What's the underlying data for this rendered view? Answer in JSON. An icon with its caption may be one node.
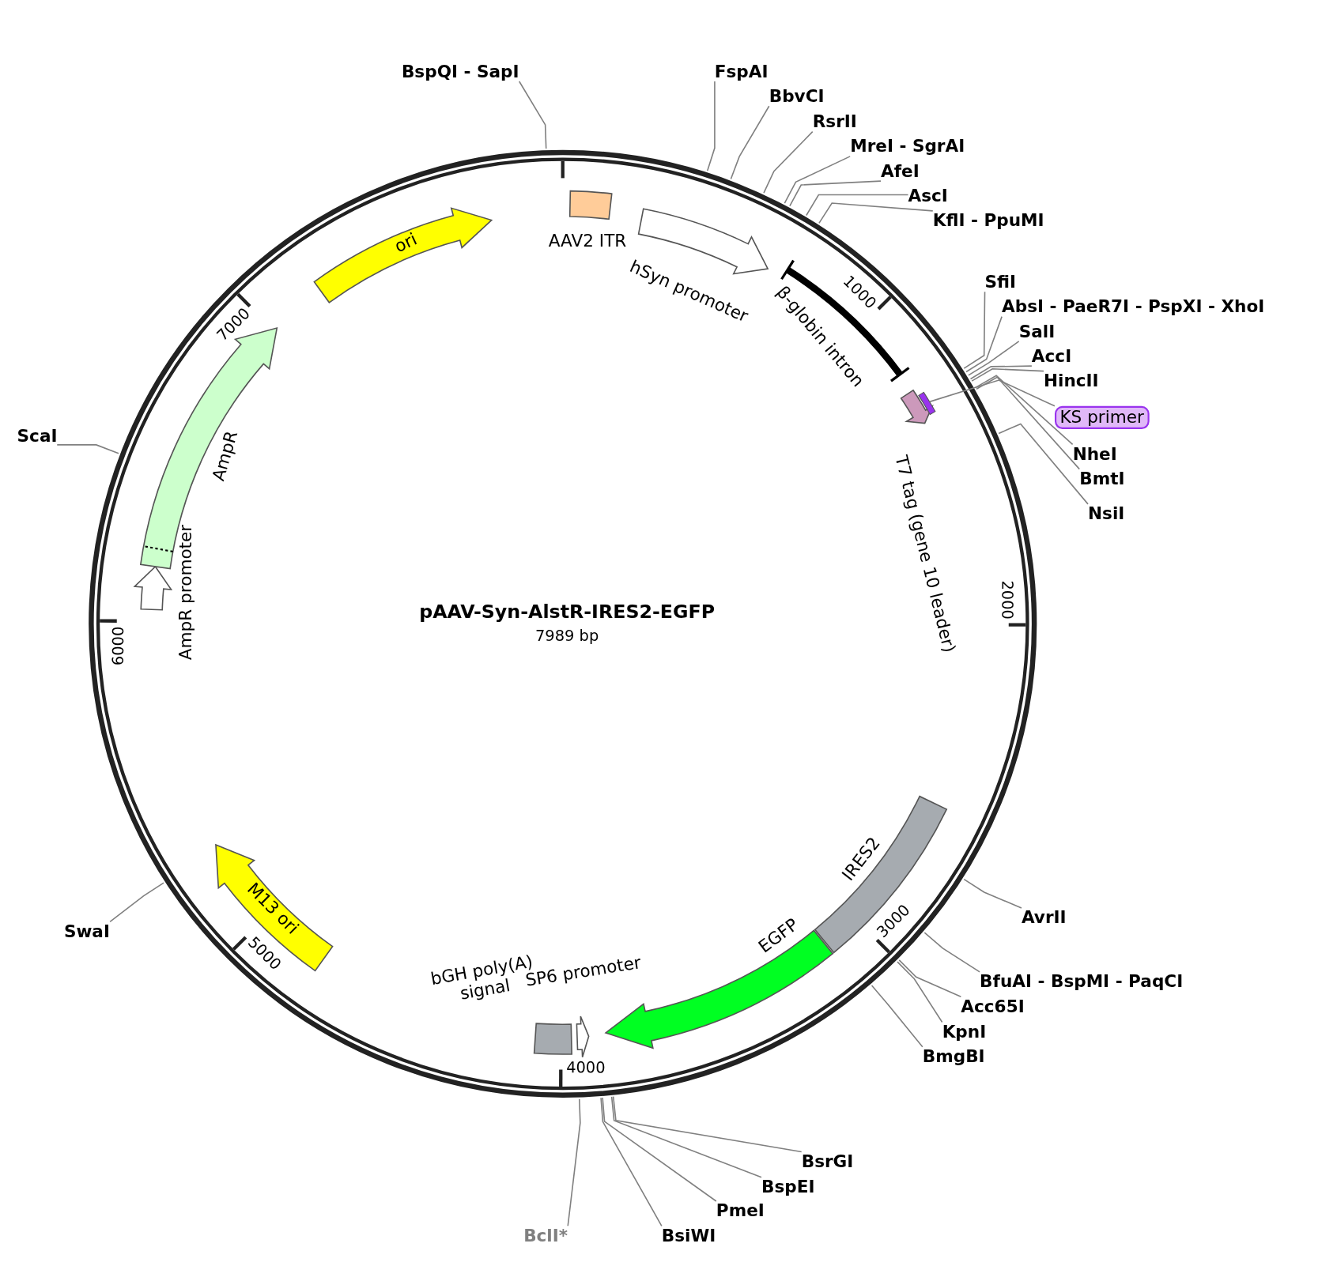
{
  "diagram": {
    "title": "pAAV-Syn-AlstR-IRES2-EGFP",
    "nodes": [
      {
        "text": [
          "ori"
        ]
      },
      {
        "text": [
          "AAV2 ITR"
        ]
      },
      {
        "text": [
          "hSyn promoter"
        ]
      },
      {
        "text": [
          "β-globin intron"
        ]
      },
      {
        "text": [
          "T7 tag (gene 10 leader)"
        ]
      },
      {
        "text": [],
        "shape": "bar"
      },
      {
        "text": [
          "KS primer"
        ]
      },
      {
        "text": [
          "IRES2"
        ]
      },
      {
        "text": [
          "EGFP"
        ]
      },
      {
        "text": [
          "SP6 promoter"
        ]
      },
      {
        "text": [
          "bGH poly(A) signal"
        ]
      },
      {
        "text": [
          "M13 ori"
        ]
      },
      {
        "text": [
          "AmpR promoter"
        ]
      },
      {
        "text": [
          "AmpR"
        ]
      },
      {
        "text": [
          "BspQI - SapI"
        ]
      },
      {
        "text": [
          "FspAI"
        ]
      },
      {
        "text": [
          "BbvCI"
        ]
      },
      {
        "text": [
          "RsrII"
        ]
      },
      {
        "text": [
          "MreI - SgrAI"
        ]
      },
      {
        "text": [
          "AfeI"
        ]
      },
      {
        "text": [
          "AscI"
        ]
      },
      {
        "text": [
          "KflI - PpuMI"
        ]
      },
      {
        "text": [
          "SfiI"
        ]
      },
      {
        "text": [
          "AbsI - PaeR7I - PspXI - XhoI"
        ]
      },
      {
        "text": [
          "SalI"
        ]
      },
      {
        "text": [
          "AccI"
        ]
      },
      {
        "text": [
          "HincII"
        ]
      },
      {
        "text": [
          "NheI"
        ]
      },
      {
        "text": [
          "BmtI"
        ]
      },
      {
        "text": [
          "NsiI"
        ]
      },
      {
        "text": [
          "AvrII"
        ]
      },
      {
        "text": [
          "BfuAI - BspMI - PaqCI"
        ]
      },
      {
        "text": [
          "Acc65I"
        ]
      },
      {
        "text": [
          "KpnI"
        ]
      },
      {
        "text": [
          "BmgBI"
        ]
      },
      {
        "text": [
          "BsrGI"
        ]
      },
      {
        "text": [
          "BspEI"
        ]
      },
      {
        "text": [
          "PmeI"
        ]
      },
      {
        "text": [
          "BsiWI"
        ]
      },
      {
        "text": [
          "BclI*"
        ]
      },
      {
        "text": [
          "SwaI"
        ]
      },
      {
        "text": [
          "ScaI"
        ]
      }
    ],
    "edges": [
      {
        "from": 6,
        "to": 5,
        "arrow": "none"
      },
      {
        "from": 14,
        "to": null,
        "arrow": "none"
      },
      {
        "from": 15,
        "to": null,
        "arrow": "none"
      },
      {
        "from": 16,
        "to": null,
        "arrow": "none"
      },
      {
        "from": 17,
        "to": null,
        "arrow": "none"
      },
      {
        "from": 18,
        "to": null,
        "arrow": "none"
      },
      {
        "from": 19,
        "to": null,
        "arrow": "none"
      },
      {
        "from": 20,
        "to": null,
        "arrow": "none"
      },
      {
        "from": 21,
        "to": null,
        "arrow": "none"
      },
      {
        "from": 22,
        "to": null,
        "arrow": "none"
      },
      {
        "from": 23,
        "to": null,
        "arrow": "none"
      },
      {
        "from": 24,
        "to": null,
        "arrow": "none"
      },
      {
        "from": 25,
        "to": null,
        "arrow": "none"
      },
      {
        "from": 26,
        "to": null,
        "arrow": "none"
      },
      {
        "from": 27,
        "to": null,
        "arrow": "none"
      },
      {
        "from": 28,
        "to": null,
        "arrow": "none"
      },
      {
        "from": 29,
        "to": null,
        "arrow": "none"
      },
      {
        "from": 30,
        "to": null,
        "arrow": "none"
      },
      {
        "from": 31,
        "to": null,
        "arrow": "none"
      },
      {
        "from": 32,
        "to": null,
        "arrow": "none"
      },
      {
        "from": 33,
        "to": null,
        "arrow": "none"
      },
      {
        "from": 34,
        "to": null,
        "arrow": "none"
      },
      {
        "from": 35,
        "to": null,
        "arrow": "none"
      },
      {
        "from": 36,
        "to": null,
        "arrow": "none"
      },
      {
        "from": 37,
        "to": null,
        "arrow": "none"
      },
      {
        "from": 38,
        "to": null,
        "arrow": "none"
      },
      {
        "from": 39,
        "to": null,
        "arrow": "none"
      },
      {
        "from": 40,
        "to": null,
        "arrow": "none"
      },
      {
        "from": 41,
        "to": null,
        "arrow": "none"
      }
    ],
    "labels": [
      "7989 bp",
      "1000",
      "2000",
      "3000",
      "4000",
      "5000",
      "6000",
      "7000"
    ]
  }
}
